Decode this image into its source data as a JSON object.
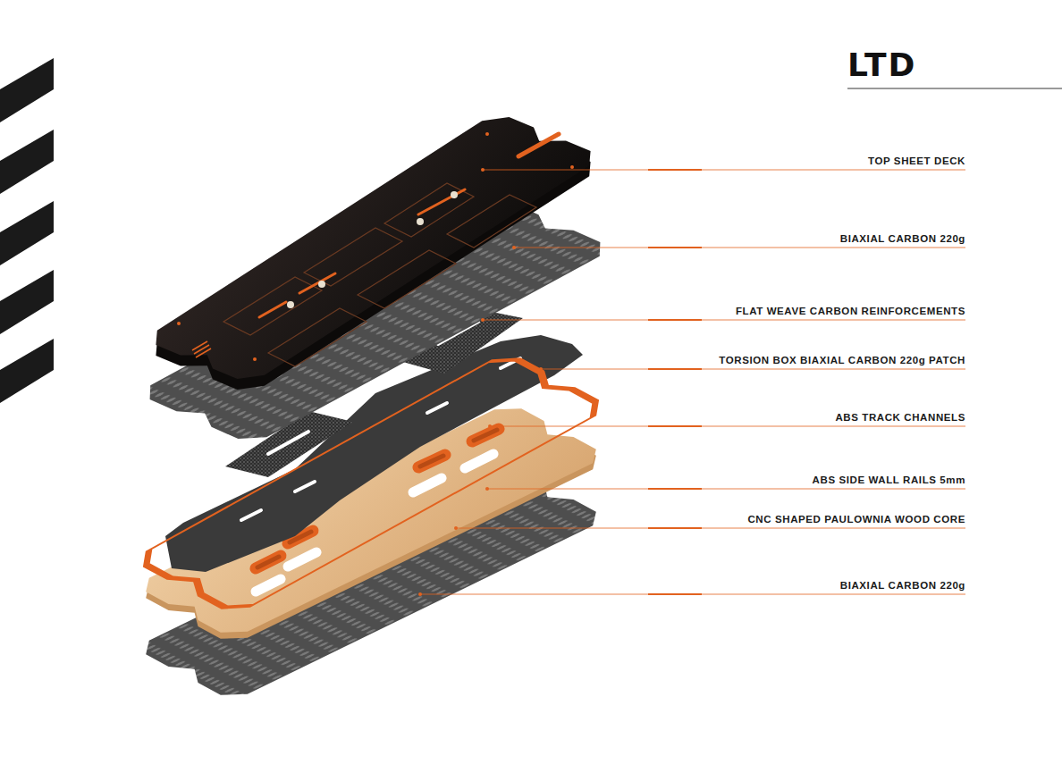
{
  "diagram": {
    "title": "LTD",
    "labels": [
      "TOP SHEET DECK",
      "BIAXIAL CARBON 220g",
      "FLAT WEAVE CARBON REINFORCEMENTS",
      "TORSION BOX BIAXIAL CARBON 220g PATCH",
      "ABS TRACK CHANNELS",
      "ABS SIDE WALL RAILS 5mm",
      "CNC SHAPED PAULOWNIA WOOD CORE",
      "BIAXIAL CARBON 220g"
    ]
  }
}
